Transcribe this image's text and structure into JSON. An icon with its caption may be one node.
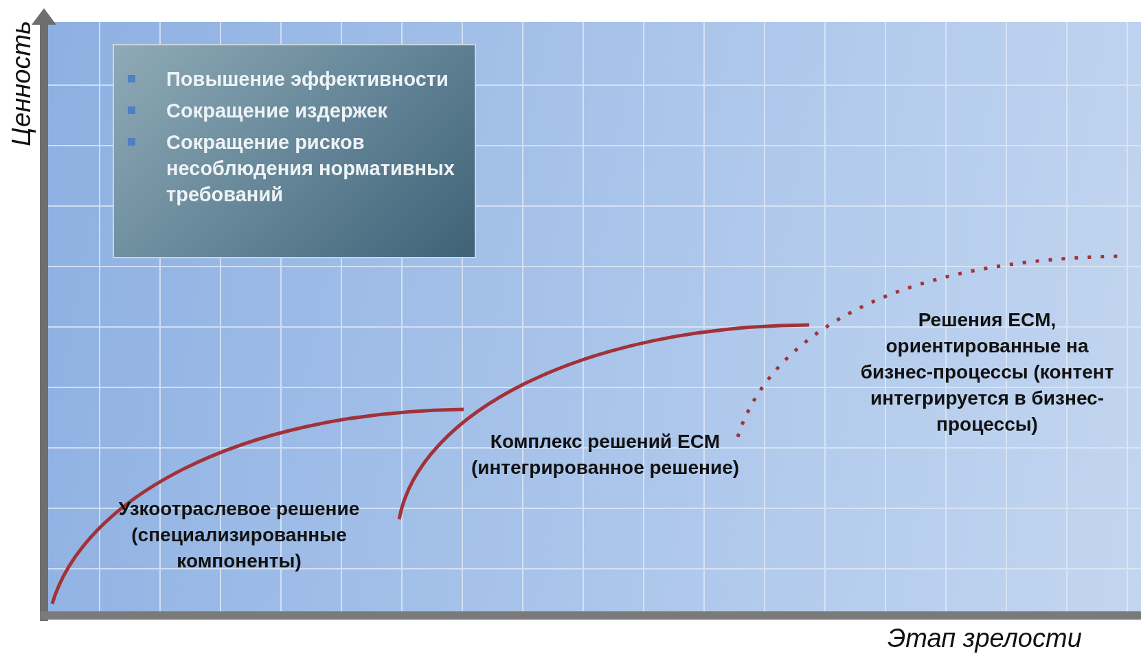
{
  "diagram": {
    "nodes": [
      {
        "text": [
          "Повышение эффективности",
          "Сокращение издержек",
          "Сокращение рисков несоблюдения нормативных требований"
        ]
      }
    ],
    "labels": [
      "Ценность",
      "Узкоотраслевое решение (специализированные компоненты)",
      "Комплекс решений ECM (интегрированное решение)",
      "Решения ECM, ориентированные на бизнес-процессы (контент интегрируется в бизнес-процессы)",
      "Этап зрелости"
    ]
  }
}
